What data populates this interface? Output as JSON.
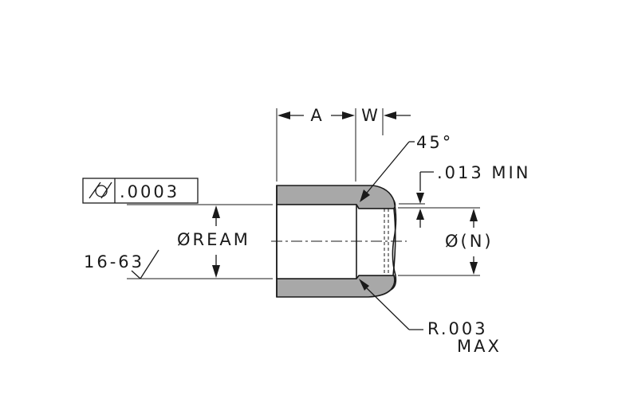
{
  "callouts": {
    "dim_a": "A",
    "dim_w": "W",
    "chamfer_angle": "45°",
    "chamfer_depth": ".013 MIN",
    "ream_diameter": "ØREAM",
    "bore_diameter": "Ø(N)",
    "radius_value": "R.003",
    "radius_qualifier": "MAX",
    "surface_finish": "16-63"
  },
  "tolerance_frame": {
    "value": ".0003"
  },
  "colors": {
    "section_fill": "#a8a8a8",
    "line": "#1a1a1a",
    "background": "#ffffff"
  }
}
